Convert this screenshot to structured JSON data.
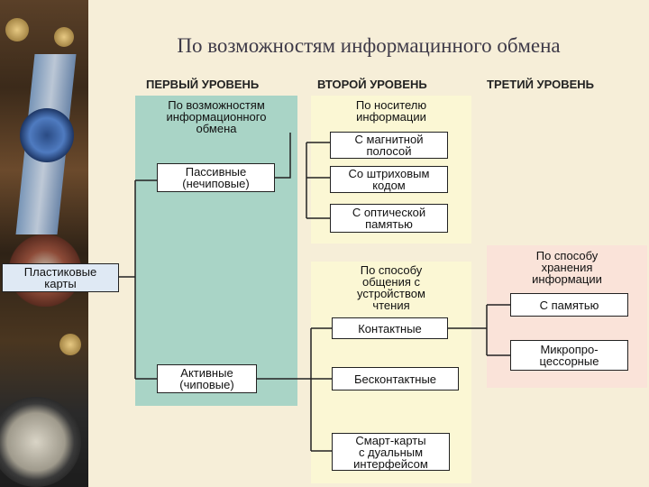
{
  "title": "По возможностям информацинного обмена",
  "levels": {
    "first": "ПЕРВЫЙ УРОВЕНЬ",
    "second": "ВТОРОЙ УРОВЕНЬ",
    "third": "ТРЕТИЙ УРОВЕНЬ"
  },
  "panels": {
    "green_title": [
      "По возможностям",
      "информационного",
      "обмена"
    ],
    "cream_top_title": [
      "По носителю",
      "информации"
    ],
    "cream_bottom_title": [
      "По способу",
      "общения с",
      "устройством",
      "чтения"
    ],
    "pink_title": [
      "По способу",
      "хранения",
      "информации"
    ]
  },
  "boxes": {
    "plastic_cards": [
      "Пластиковые",
      "карты"
    ],
    "passive": [
      "Пассивные",
      "(нечиповые)"
    ],
    "active": [
      "Активные",
      "(чиповые)"
    ],
    "magnetic": [
      "С магнитной",
      "полосой"
    ],
    "barcode": [
      "Со штриховым",
      "кодом"
    ],
    "optical": [
      "С оптической",
      "памятью"
    ],
    "contact": [
      "Контактные"
    ],
    "contactless": [
      "Бесконтактные"
    ],
    "smart_dual": [
      "Смарт-карты",
      "с дуальным",
      "интерфейсом"
    ],
    "with_memory": [
      "С памятью"
    ],
    "microprocessor": [
      "Микропро-",
      "цессорные"
    ]
  },
  "colors": {
    "green_panel": "#a9d4c6",
    "cream_panel": "#fbf7d4",
    "pink_panel": "#fae3d9",
    "plastic_box": "#dfe9f4"
  }
}
